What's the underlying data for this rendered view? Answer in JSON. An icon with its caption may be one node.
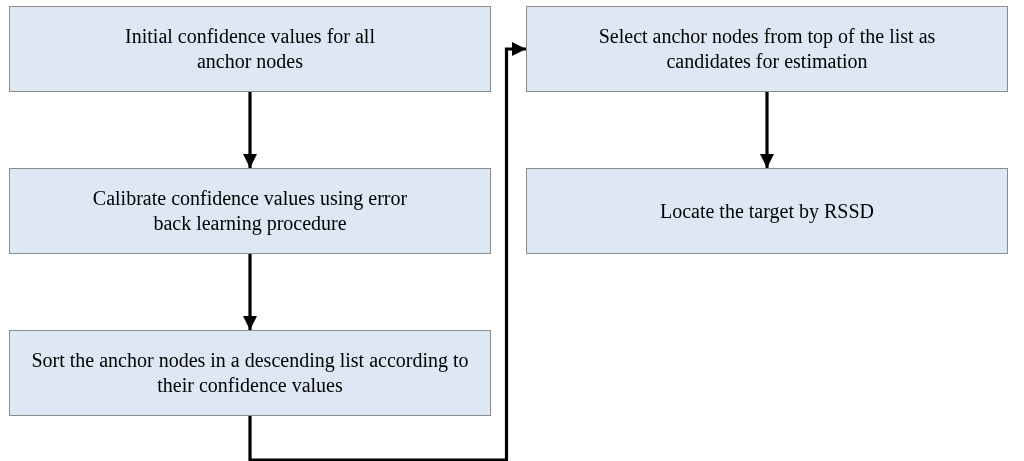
{
  "diagram": {
    "nodes": [
      {
        "text": [
          "Initial confidence values for all anchor nodes"
        ]
      },
      {
        "text": [
          "Calibrate confidence values using error back learning procedure"
        ]
      },
      {
        "text": [
          "Sort the anchor nodes in a descending list according to their confidence values"
        ]
      },
      {
        "text": [
          "Select anchor nodes from top of the list as candidates for estimation"
        ]
      },
      {
        "text": [
          "Locate the target by RSSD"
        ]
      }
    ],
    "edges": [
      {
        "from": 0,
        "to": 1,
        "arrow": "to"
      },
      {
        "from": 1,
        "to": 2,
        "arrow": "to"
      },
      {
        "from": 2,
        "to": 3,
        "arrow": "to"
      },
      {
        "from": 3,
        "to": 4,
        "arrow": "to"
      }
    ]
  }
}
